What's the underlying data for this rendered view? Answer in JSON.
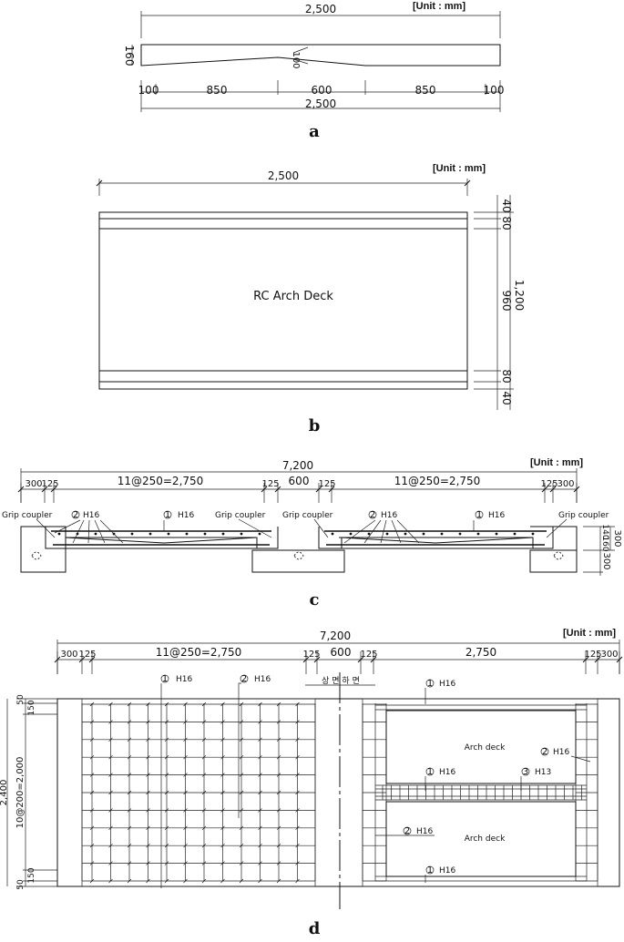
{
  "unit_label": "[Unit : mm]",
  "panels": [
    "a",
    "b",
    "c",
    "d"
  ],
  "a": {
    "total_top": "2,500",
    "height": "160",
    "mid": "100",
    "segments": [
      "100",
      "850",
      "600",
      "850",
      "100"
    ],
    "total_bottom": "2,500"
  },
  "b": {
    "width": "2,500",
    "title": "RC Arch Deck",
    "right_dims": [
      "40",
      "80",
      "960",
      "80",
      "40"
    ],
    "total_height": "1,200"
  },
  "c": {
    "total": "7,200",
    "segs": [
      "300",
      "125",
      "11@250=2,750",
      "125",
      "600",
      "125",
      "11@250=2,750",
      "125",
      "300"
    ],
    "grip": "Grip coupler",
    "bar2": "H16",
    "bar1": "H16",
    "n1": "1",
    "n2": "2",
    "right_dims": [
      "140",
      "160",
      "300",
      "300"
    ]
  },
  "d": {
    "total": "7,200",
    "segs": [
      "300",
      "125",
      "11@250=2,750",
      "125",
      "600",
      "125",
      "2,750",
      "125",
      "300"
    ],
    "centerline": "상 면 하 면",
    "bar_h16": "H16",
    "bar_h13": "H13",
    "n1": "1",
    "n2": "2",
    "n3": "3",
    "deck": "Arch deck",
    "left_total": "2,400",
    "left_spacing": "10@200=2,000",
    "left_small": [
      "50",
      "150",
      "150",
      "50"
    ]
  }
}
